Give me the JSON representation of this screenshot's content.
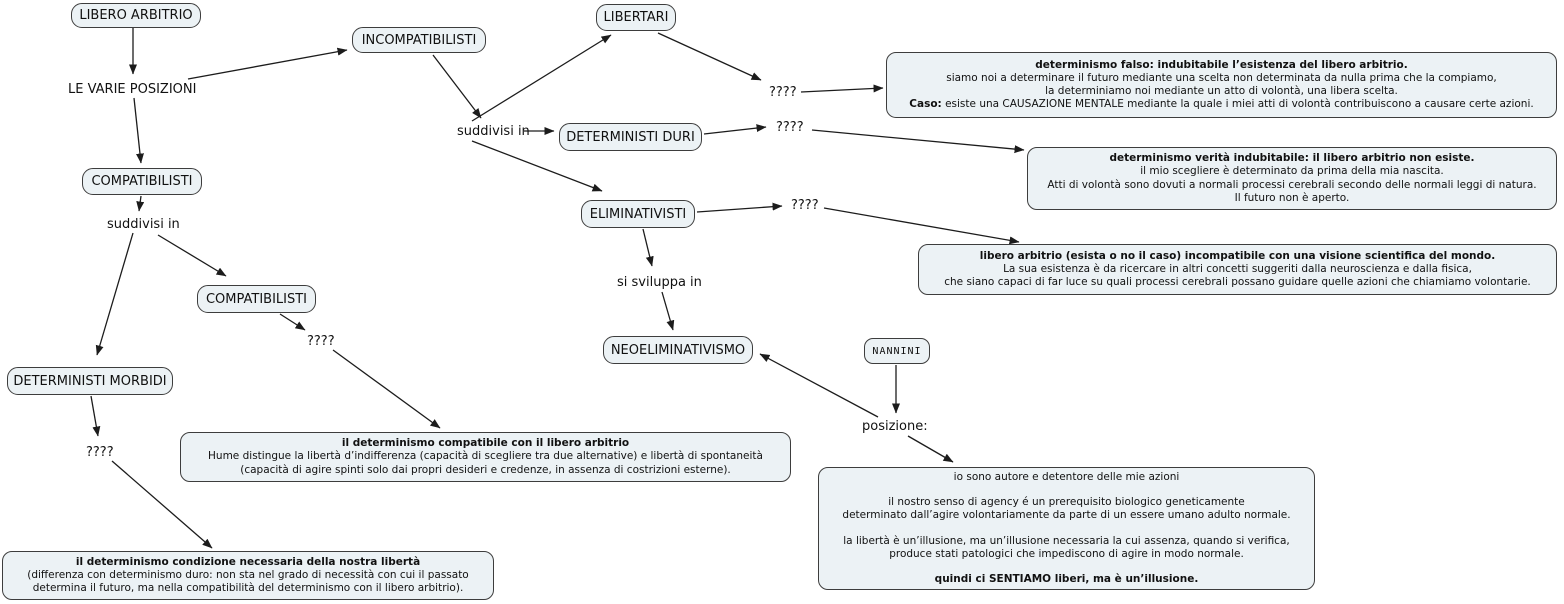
{
  "colors": {
    "node_fill": "#ecf2f5",
    "node_border": "#3d3d3d",
    "arrow": "#1c1c1c",
    "background": "#ffffff"
  },
  "nodes": {
    "libero_arbitrio": "LIBERO ARBITRIO",
    "incompatibilisti": "INCOMPATIBILISTI",
    "libertari": "LIBERTARI",
    "deterministi_duri": "DETERMINISTI DURI",
    "eliminativisti": "ELIMINATIVISTI",
    "compatibilisti_left": "COMPATIBILISTI",
    "compatibilisti_mid": "COMPATIBILISTI",
    "deterministi_morbidi": "DETERMINISTI MORBIDI",
    "neoeliminativismo": "NEOELIMINATIVISMO",
    "nannini": "NANNINI"
  },
  "connector_labels": {
    "le_varie_posizioni": "LE VARIE POSIZIONI",
    "suddivisi_in_right": "suddivisi in",
    "suddivisi_in_left": "suddivisi in",
    "q1": "????",
    "q2": "????",
    "q3": "????",
    "q4": "????",
    "q5": "????",
    "si_sviluppa_in": "si sviluppa in",
    "posizione": "posizione:"
  },
  "boxes": {
    "determinismo_falso": {
      "title": "determinismo falso: indubitabile l’esistenza del libero arbitrio.",
      "line1": "siamo noi a determinare il futuro mediante una scelta non determinata da nulla prima che la compiamo,",
      "line2": "la determiniamo noi mediante un atto di volontà, una libera scelta.",
      "caso_label": "Caso:",
      "caso_text": " esiste una CAUSAZIONE MENTALE mediante la quale i miei atti di volontà contribuiscono a causare certe azioni."
    },
    "determinismo_verita": {
      "title": "determinismo verità indubitabile: il libero arbitrio non esiste.",
      "line1": "il mio scegliere è determinato da prima della mia nascita.",
      "line2": "Atti di volontà sono dovuti a normali processi cerebrali secondo delle normali leggi di natura.",
      "line3": "Il futuro non è aperto."
    },
    "visione_scientifica": {
      "title": "libero arbitrio (esista o no il caso) incompatibile con una visione scientifica del mondo.",
      "line1": "La sua esistenza è da ricercare in altri concetti suggeriti dalla neuroscienza e dalla fisica,",
      "line2": "che siano capaci di far luce su quali processi cerebrali possano guidare quelle azioni che chiamiamo volontarie."
    },
    "determinismo_compatibile": {
      "title": "il determinismo compatibile con il libero arbitrio",
      "line1": "Hume distingue la libertà d’indifferenza (capacità di scegliere tra due alternative) e libertà di spontaneità",
      "line2": "(capacità di agire spinti solo dai propri desideri e credenze, in assenza di costrizioni esterne)."
    },
    "determinismo_condizione": {
      "title": "il determinismo condizione necessaria della nostra libertà",
      "line1": "(differenza con determinismo duro: non sta nel grado di necessità con cui il passato",
      "line2": "determina il futuro, ma nella compatibilità del determinismo con il libero arbitrio)."
    },
    "posizione_nannini": {
      "line1": "io sono autore e detentore delle mie azioni",
      "line2": "il nostro senso di agency é un prerequisito biologico geneticamente",
      "line3": "determinato dall’agire volontariamente da parte di un essere umano adulto normale.",
      "line4": "la libertà è un’illusione, ma un’illusione necessaria la cui assenza, quando si verifica,",
      "line5": "produce stati patologici che impediscono di agire in modo normale.",
      "line6": "quindi ci SENTIAMO liberi, ma è un’illusione."
    }
  }
}
